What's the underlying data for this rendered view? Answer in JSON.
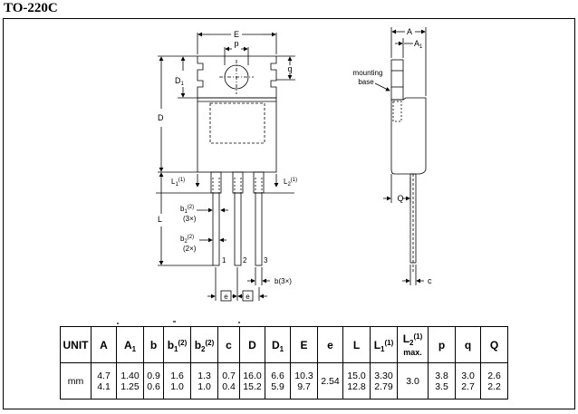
{
  "title": "TO-220C",
  "drawing": {
    "labels": {
      "E": "E",
      "p": "p",
      "q": "q",
      "D1": "D",
      "D1_sub": "1",
      "D": "D",
      "L1": "L",
      "L1_sub": "1",
      "L1_sup": "(1)",
      "L2": "L",
      "L2_sub": "2",
      "L2_sup": "(1)",
      "L": "L",
      "b1": "b",
      "b1_sub": "1",
      "b1_sup": "(2)",
      "b1_count": "(3×)",
      "b2": "b",
      "b2_sub": "2",
      "b2_sup": "(2)",
      "b2_count": "(2×)",
      "b3x": "b(3×)",
      "pin1": "1",
      "pin2": "2",
      "pin3": "3",
      "e1": "e",
      "e2": "e",
      "A": "A",
      "A1": "A",
      "A1_sub": "1",
      "mounting1": "mounting",
      "mounting2": "base",
      "Q": "Q",
      "c": "c"
    }
  },
  "table": {
    "headers": [
      {
        "main": "UNIT",
        "sub": "",
        "sup": ""
      },
      {
        "main": "A",
        "sub": "",
        "sup": ""
      },
      {
        "main": "A",
        "sub": "1",
        "sup": ""
      },
      {
        "main": "b",
        "sub": "",
        "sup": ""
      },
      {
        "main": "b",
        "sub": "1",
        "sup": "(2)"
      },
      {
        "main": "b",
        "sub": "2",
        "sup": "(2)"
      },
      {
        "main": "c",
        "sub": "",
        "sup": ""
      },
      {
        "main": "D",
        "sub": "",
        "sup": ""
      },
      {
        "main": "D",
        "sub": "1",
        "sup": ""
      },
      {
        "main": "E",
        "sub": "",
        "sup": ""
      },
      {
        "main": "e",
        "sub": "",
        "sup": ""
      },
      {
        "main": "L",
        "sub": "",
        "sup": ""
      },
      {
        "main": "L",
        "sub": "1",
        "sup": "(1)"
      },
      {
        "main": "L",
        "sub": "2",
        "sup": "(1)",
        "extra": "max."
      },
      {
        "main": "p",
        "sub": "",
        "sup": ""
      },
      {
        "main": "q",
        "sub": "",
        "sup": ""
      },
      {
        "main": "Q",
        "sub": "",
        "sup": ""
      }
    ],
    "row": [
      {
        "single": "mm"
      },
      {
        "max": "4.7",
        "min": "4.1"
      },
      {
        "max": "1.40",
        "min": "1.25"
      },
      {
        "max": "0.9",
        "min": "0.6"
      },
      {
        "max": "1.6",
        "min": "1.0"
      },
      {
        "max": "1.3",
        "min": "1.0"
      },
      {
        "max": "0.7",
        "min": "0.4"
      },
      {
        "max": "16.0",
        "min": "15.2"
      },
      {
        "max": "6.6",
        "min": "5.9"
      },
      {
        "max": "10.3",
        "min": "9.7"
      },
      {
        "single": "2.54"
      },
      {
        "max": "15.0",
        "min": "12.8"
      },
      {
        "max": "3.30",
        "min": "2.79"
      },
      {
        "single": "3.0"
      },
      {
        "max": "3.8",
        "min": "3.5"
      },
      {
        "max": "3.0",
        "min": "2.7"
      },
      {
        "max": "2.6",
        "min": "2.2"
      }
    ]
  }
}
